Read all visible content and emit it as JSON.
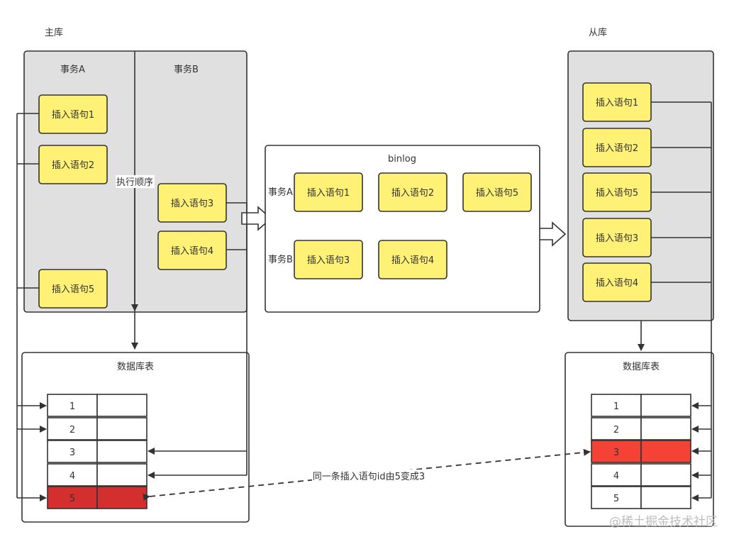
{
  "master_label": "主库",
  "slave_label": "从库",
  "txn_a_label": "事务A",
  "txn_b_label": "事务B",
  "exec_order_label": "执行顺序",
  "binlog_title": "binlog",
  "binlog_txn_a": "事务A",
  "binlog_txn_b": "事务B",
  "table_title_master": "数据库表",
  "table_title_slave": "数据库表",
  "master_a_stmts": [
    "插入语句1",
    "插入语句2",
    "插入语句5"
  ],
  "master_b_stmts": [
    "插入语句3",
    "插入语句4"
  ],
  "binlog_a_stmts": [
    "插入语句1",
    "插入语句2",
    "插入语句5"
  ],
  "binlog_b_stmts": [
    "插入语句3",
    "插入语句4"
  ],
  "slave_stmts": [
    "插入语句1",
    "插入语句2",
    "插入语句5",
    "插入语句3",
    "插入语句4"
  ],
  "master_rows": [
    "1",
    "2",
    "3",
    "4",
    "5"
  ],
  "slave_rows": [
    "1",
    "2",
    "3",
    "4",
    "5"
  ],
  "annotation": "同一条插入语句id由5变成3",
  "watermark": "@稀土掘金技术社区",
  "colors": {
    "note": "#fff176",
    "panel": "#e0e0e0",
    "highlight_master": "#d32f2f",
    "highlight_slave": "#f44336"
  }
}
